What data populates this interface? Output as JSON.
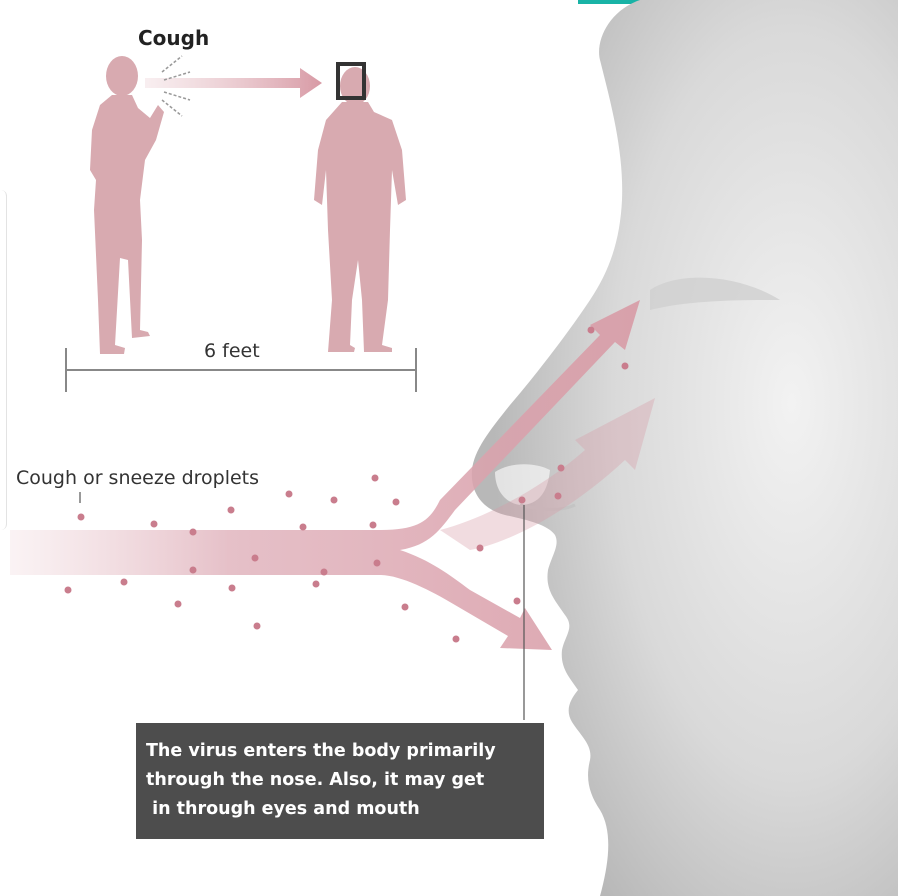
{
  "labels": {
    "cough": "Cough",
    "distance": "6 feet",
    "droplets": "Cough or sneeze droplets"
  },
  "caption": {
    "line1": "The virus enters the body primarily",
    "line2": "through the nose. Also, it may get",
    "line3": " in through eyes and mouth"
  },
  "colors": {
    "silhouette": "#d8aab0",
    "arrow": "#d89aa5",
    "droplet": "#c97d8d",
    "caption_bg": "#4d4d4d",
    "accent": "#19b3a6"
  }
}
